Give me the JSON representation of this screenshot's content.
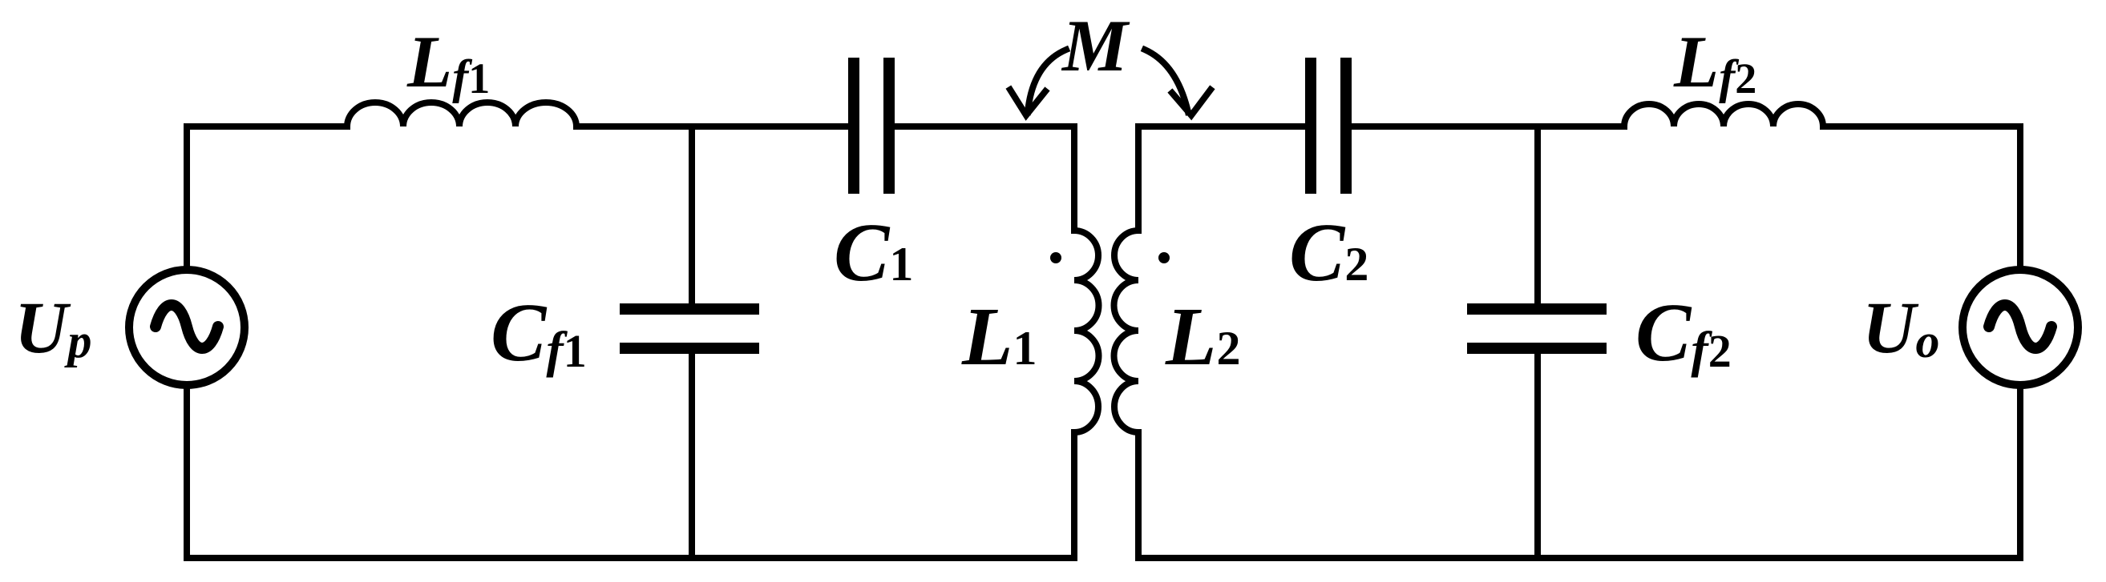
{
  "labels": {
    "Lf1": {
      "main": "L",
      "sub_italic": "f",
      "sub_num": "1"
    },
    "C1": {
      "main": "C",
      "sub_num": "1"
    },
    "M": {
      "main": "M"
    },
    "Cf1": {
      "main": "C",
      "sub_italic": "f",
      "sub_num": "1"
    },
    "L1": {
      "main": "L",
      "sub_num": "1"
    },
    "L2": {
      "main": "L",
      "sub_num": "2"
    },
    "C2": {
      "main": "C",
      "sub_num": "2"
    },
    "Lf2": {
      "main": "L",
      "sub_italic": "f",
      "sub_num": "2"
    },
    "Cf2": {
      "main": "C",
      "sub_italic": "f",
      "sub_num": "2"
    },
    "Up": {
      "main": "U",
      "sub_italic": "p"
    },
    "Uo": {
      "main": "U",
      "sub_italic": "o"
    }
  },
  "components": {
    "source_left": "ac-voltage-source",
    "source_right": "ac-voltage-source"
  }
}
